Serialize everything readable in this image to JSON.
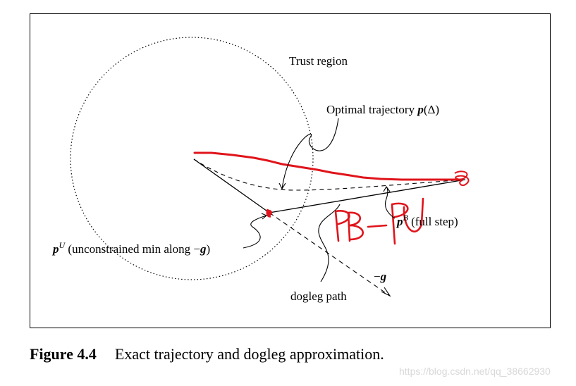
{
  "diagram": {
    "trust_region_label": "Trust region",
    "optimal_label": "Optimal trajectory ",
    "optimal_symbol": "p",
    "optimal_arg": "(Δ)",
    "pu_symbol": "p",
    "pu_superscript": "U",
    "pu_desc": " (unconstrained min along ",
    "pu_neg": "−",
    "pu_g": "g",
    "pu_close": ")",
    "pb_symbol": "p",
    "pb_superscript": "B",
    "pb_desc": " (full step)",
    "neg_g_minus": "−",
    "neg_g_symbol": "g",
    "dogleg_label": "dogleg path",
    "handwritten_annotation": "PB−PU"
  },
  "colors": {
    "annotation_red": "#e0141b",
    "ink": "#000000"
  },
  "caption": {
    "label": "Figure 4.4",
    "text": "Exact trajectory and dogleg approximation."
  },
  "watermark": "https://blog.csdn.net/qq_38662930"
}
